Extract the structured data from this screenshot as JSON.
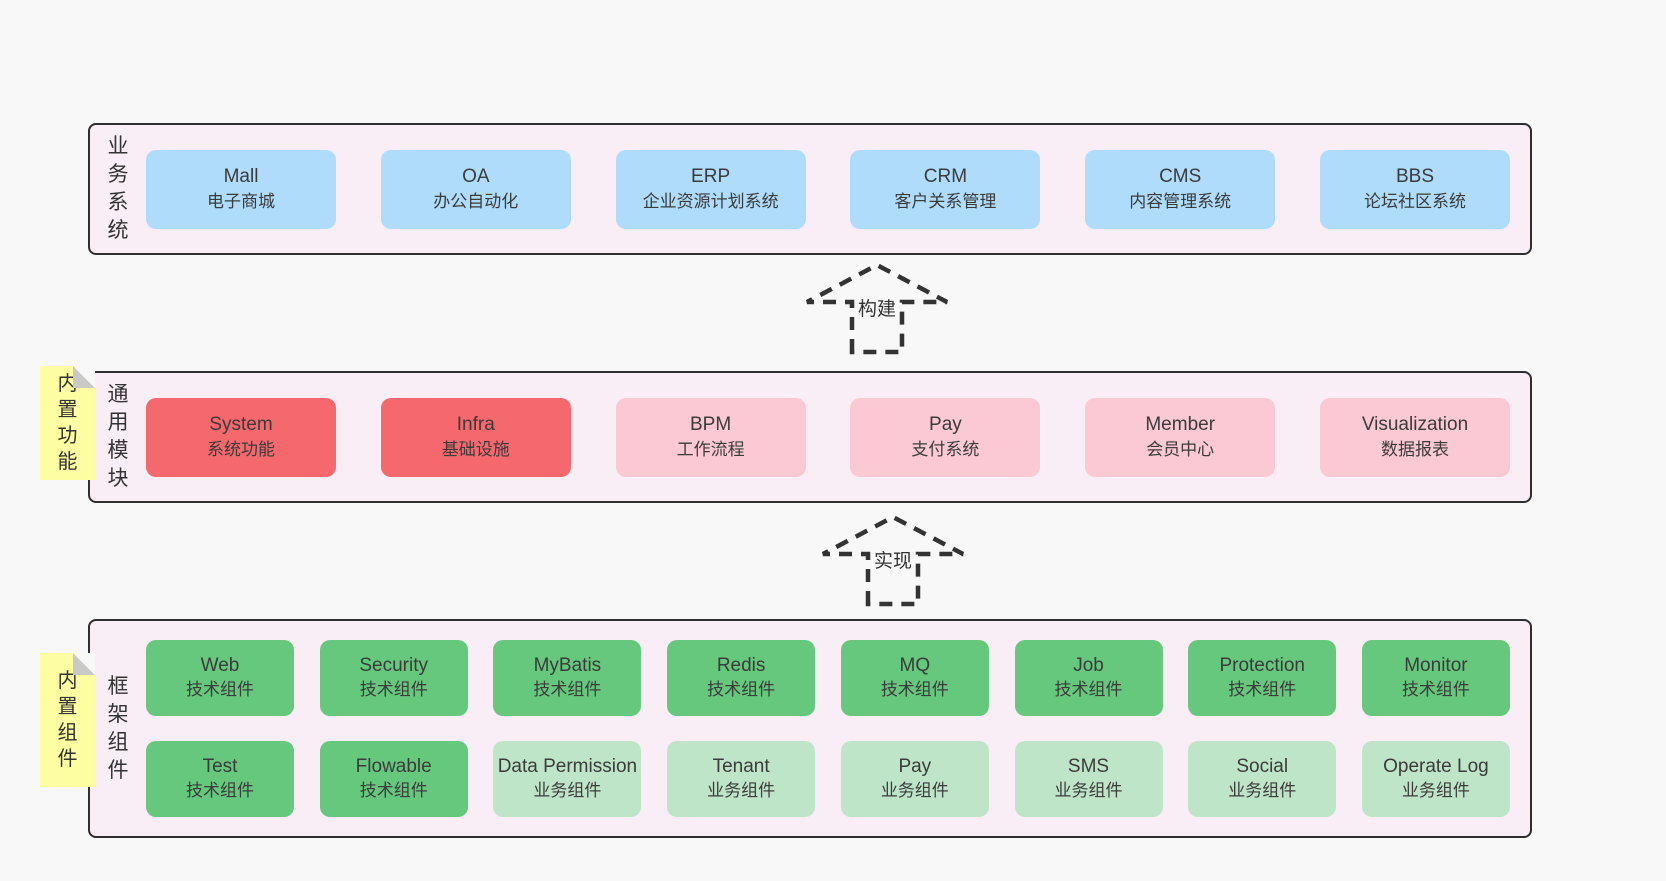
{
  "colors": {
    "page_bg": "#f8f8f8",
    "panel_bg": "#f9edf6",
    "panel_border": "#2e2e2e",
    "blue_box": "#aedcfa",
    "red_box": "#f5696e",
    "pink_box": "#fbc9d3",
    "green_box": "#65c87d",
    "light_green_box": "#bfe5c9",
    "note_bg": "#fdfda2",
    "note_fold": "#c9c9c9",
    "text": "#333333"
  },
  "sections": {
    "business": {
      "label": "业务系统",
      "boxes": [
        {
          "en": "Mall",
          "zh": "电子商城"
        },
        {
          "en": "OA",
          "zh": "办公自动化"
        },
        {
          "en": "ERP",
          "zh": "企业资源计划系统"
        },
        {
          "en": "CRM",
          "zh": "客户关系管理"
        },
        {
          "en": "CMS",
          "zh": "内容管理系统"
        },
        {
          "en": "BBS",
          "zh": "论坛社区系统"
        }
      ]
    },
    "modules": {
      "label": "通用模块",
      "note": "内置功能",
      "boxes": [
        {
          "en": "System",
          "zh": "系统功能"
        },
        {
          "en": "Infra",
          "zh": "基础设施"
        },
        {
          "en": "BPM",
          "zh": "工作流程"
        },
        {
          "en": "Pay",
          "zh": "支付系统"
        },
        {
          "en": "Member",
          "zh": "会员中心"
        },
        {
          "en": "Visualization",
          "zh": "数据报表"
        }
      ]
    },
    "components": {
      "label": "框架组件",
      "note": "内置组件",
      "row1": [
        {
          "en": "Web",
          "zh": "技术组件"
        },
        {
          "en": "Security",
          "zh": "技术组件"
        },
        {
          "en": "MyBatis",
          "zh": "技术组件"
        },
        {
          "en": "Redis",
          "zh": "技术组件"
        },
        {
          "en": "MQ",
          "zh": "技术组件"
        },
        {
          "en": "Job",
          "zh": "技术组件"
        },
        {
          "en": "Protection",
          "zh": "技术组件"
        },
        {
          "en": "Monitor",
          "zh": "技术组件"
        }
      ],
      "row2": [
        {
          "en": "Test",
          "zh": "技术组件"
        },
        {
          "en": "Flowable",
          "zh": "技术组件"
        },
        {
          "en": "Data Permission",
          "zh": "业务组件"
        },
        {
          "en": "Tenant",
          "zh": "业务组件"
        },
        {
          "en": "Pay",
          "zh": "业务组件"
        },
        {
          "en": "SMS",
          "zh": "业务组件"
        },
        {
          "en": "Social",
          "zh": "业务组件"
        },
        {
          "en": "Operate Log",
          "zh": "业务组件"
        }
      ]
    }
  },
  "arrows": {
    "build": "构建",
    "implement": "实现"
  }
}
